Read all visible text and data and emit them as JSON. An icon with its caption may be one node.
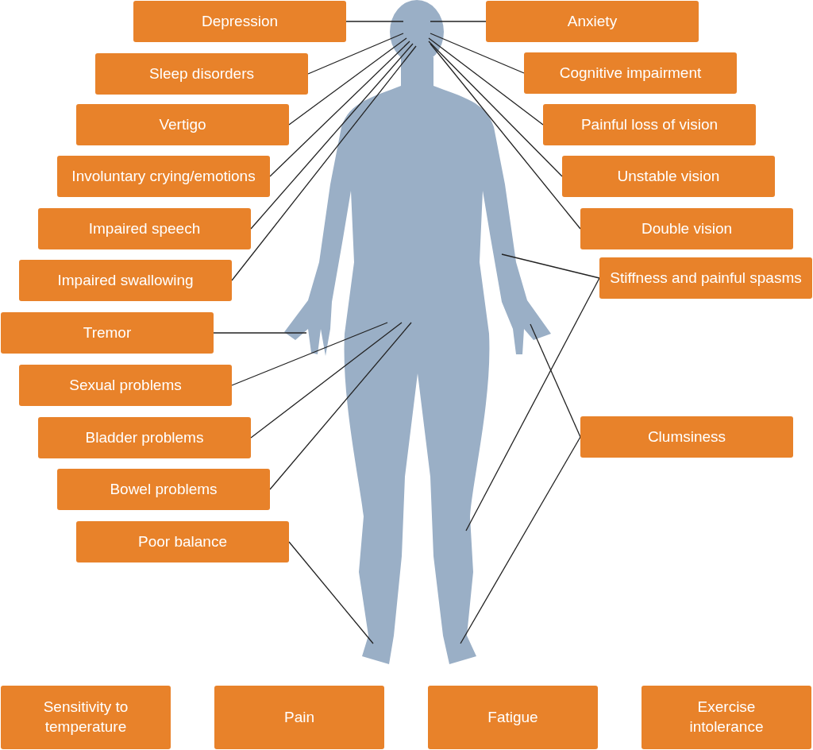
{
  "diagram": {
    "nodes": [
      {
        "text": [
          "Depression"
        ]
      },
      {
        "text": [
          "Anxiety"
        ]
      },
      {
        "text": [
          "Sleep disorders"
        ]
      },
      {
        "text": [
          "Cognitive impairment"
        ]
      },
      {
        "text": [
          "Vertigo"
        ]
      },
      {
        "text": [
          "Painful loss of vision"
        ]
      },
      {
        "text": [
          "Involuntary crying/emotions"
        ]
      },
      {
        "text": [
          "Unstable vision"
        ]
      },
      {
        "text": [
          "Impaired speech"
        ]
      },
      {
        "text": [
          "Double vision"
        ]
      },
      {
        "text": [
          "Impaired swallowing"
        ]
      },
      {
        "text": [
          "Stiffness and painful spasms"
        ]
      },
      {
        "text": [
          "Tremor"
        ]
      },
      {
        "text": [
          "Sexual problems"
        ]
      },
      {
        "text": [
          "Bladder problems"
        ]
      },
      {
        "text": [
          "Clumsiness"
        ]
      },
      {
        "text": [
          "Bowel problems"
        ]
      },
      {
        "text": [
          "Poor balance"
        ]
      },
      {
        "text": [],
        "shape": "person"
      },
      {
        "text": [
          "Sensitivity to temperature"
        ]
      },
      {
        "text": [
          "Pain"
        ]
      },
      {
        "text": [
          "Fatigue"
        ]
      },
      {
        "text": [
          "Exercise intolerance"
        ]
      }
    ],
    "edges": [
      {
        "from": 0,
        "to": 18,
        "arrow": "none"
      },
      {
        "from": 1,
        "to": 18,
        "arrow": "none"
      },
      {
        "from": 2,
        "to": 18,
        "arrow": "none"
      },
      {
        "from": 3,
        "to": 18,
        "arrow": "none"
      },
      {
        "from": 4,
        "to": 18,
        "arrow": "none"
      },
      {
        "from": 5,
        "to": 18,
        "arrow": "none"
      },
      {
        "from": 6,
        "to": 18,
        "arrow": "none"
      },
      {
        "from": 7,
        "to": 18,
        "arrow": "none"
      },
      {
        "from": 8,
        "to": 18,
        "arrow": "none"
      },
      {
        "from": 9,
        "to": 18,
        "arrow": "none"
      },
      {
        "from": 10,
        "to": 18,
        "arrow": "none"
      },
      {
        "from": 11,
        "to": 18,
        "arrow": "none"
      },
      {
        "from": 11,
        "to": 18,
        "arrow": "none"
      },
      {
        "from": 12,
        "to": 18,
        "arrow": "none"
      },
      {
        "from": 13,
        "to": 18,
        "arrow": "none"
      },
      {
        "from": 14,
        "to": 18,
        "arrow": "none"
      },
      {
        "from": 15,
        "to": 18,
        "arrow": "none"
      },
      {
        "from": 15,
        "to": 18,
        "arrow": "none"
      },
      {
        "from": 16,
        "to": 18,
        "arrow": "none"
      },
      {
        "from": 17,
        "to": 18,
        "arrow": "none"
      }
    ]
  }
}
